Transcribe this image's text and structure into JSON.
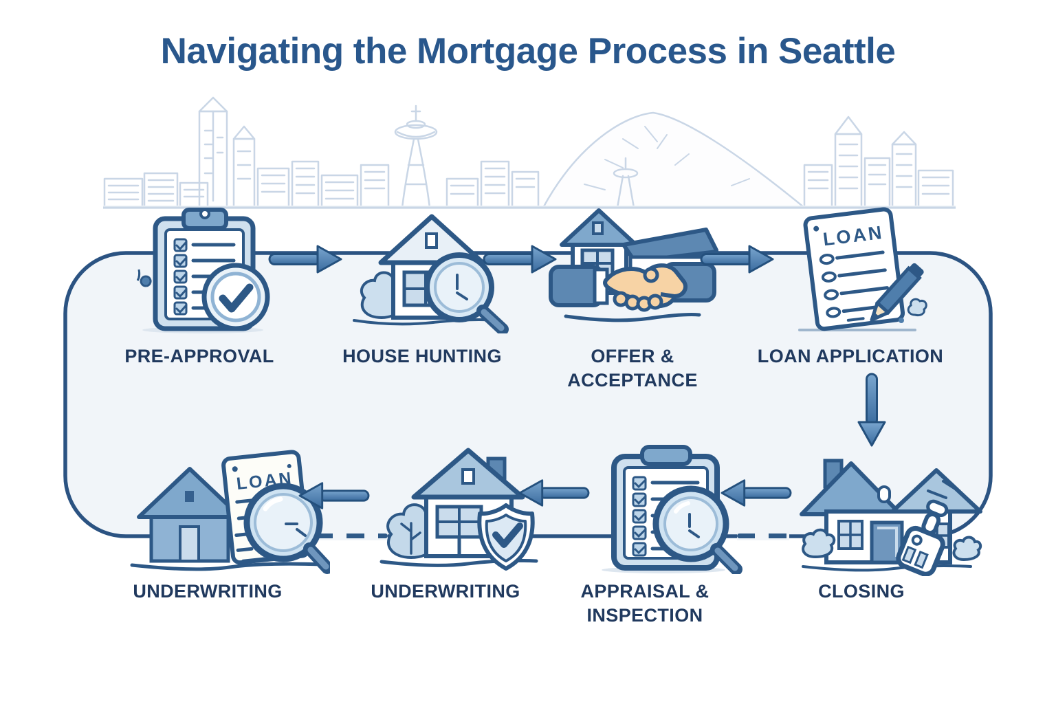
{
  "title": "Navigating the Mortgage Process in Seattle",
  "colors": {
    "title_blue": "#29578c",
    "label_navy": "#20395e",
    "icon_outline": "#2d5886",
    "icon_light_fill": "#cfe0ee",
    "roof_blue": "#7fa8cc",
    "arrow_fill": "#3a6b9e",
    "arrow_outline": "#24507d",
    "loop_border": "#2b5382",
    "loop_fill": "#f1f5f9",
    "skyline_line": "#c9d6e6",
    "hand_skin": "#f7d3a5"
  },
  "flow": {
    "top_row_direction": "left-to-right",
    "bottom_row_direction": "right-to-left",
    "connector": "down-arrow",
    "loop_shape": "rounded-rectangle"
  },
  "steps": {
    "top": [
      {
        "label": "PRE-APPROVAL",
        "label2": "",
        "icon": "clipboard-checklist-check-icon"
      },
      {
        "label": "HOUSE HUNTING",
        "label2": "",
        "icon": "house-magnifier-icon"
      },
      {
        "label": "OFFER &",
        "label2": "ACCEPTANCE",
        "icon": "handshake-house-icon"
      },
      {
        "label": "LOAN APPLICATION",
        "label2": "",
        "icon": "loan-document-pencil-icon",
        "document_title": "LOAN"
      }
    ],
    "bottom": [
      {
        "label": "UNDERWRITING",
        "label2": "",
        "icon": "loan-document-magnifier-house-icon",
        "document_title": "LOAN"
      },
      {
        "label": "UNDERWRITING",
        "label2": "",
        "icon": "house-shield-check-icon"
      },
      {
        "label": "APPRAISAL &",
        "label2": "INSPECTION",
        "icon": "clipboard-magnifier-icon"
      },
      {
        "label": "CLOSING",
        "label2": "",
        "icon": "house-keys-icon"
      }
    ]
  },
  "background": {
    "skyline": "Seattle skyline line art with Space Needle",
    "mountain": "Mount Rainier line art"
  }
}
